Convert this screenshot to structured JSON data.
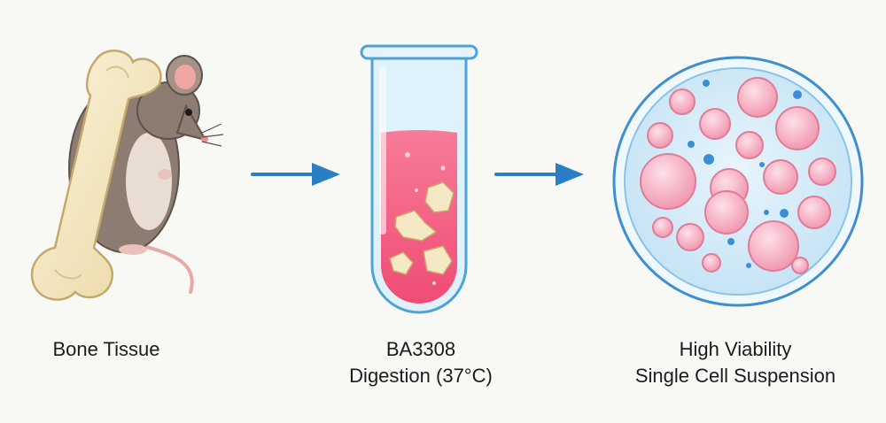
{
  "steps": [
    {
      "label_lines": [
        "Bone Tissue"
      ],
      "icon": "mouse-with-bone-icon"
    },
    {
      "label_lines": [
        "BA3308",
        "Digestion (37°C)"
      ],
      "icon": "test-tube-icon"
    },
    {
      "label_lines": [
        "High Viability",
        "Single Cell Suspension"
      ],
      "icon": "petri-dish-cells-icon"
    }
  ],
  "arrows": [
    "right-arrow-icon",
    "right-arrow-icon"
  ],
  "colors": {
    "arrow": "#2a7fc4",
    "bone": "#f3e8c4",
    "bone_outline": "#c9b27a",
    "mouse": "#8a7a70",
    "mouse_ear": "#f0a7a4",
    "tube_liquid": "#f2587c",
    "tube_glass": "#d8eef9",
    "tube_outline": "#4da3d8",
    "dish": "#cfe8f6",
    "dish_outline": "#3f8fd0",
    "cell": "#f6a3b8",
    "cell_outline": "#e07c97",
    "dot": "#3a8fd6"
  }
}
